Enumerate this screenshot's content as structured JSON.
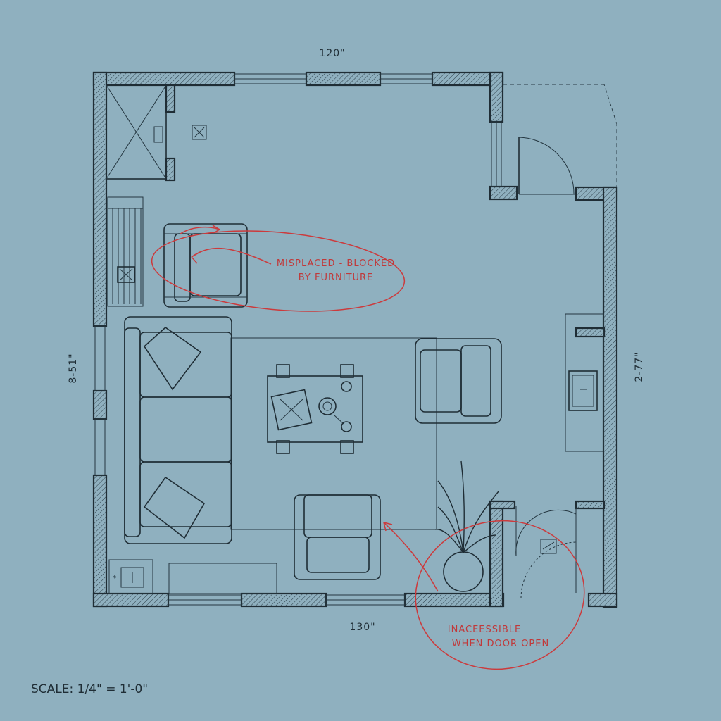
{
  "dimensions": {
    "top": "120\"",
    "bottom": "130\"",
    "left": "8-51\"",
    "right": "2-77\""
  },
  "annotations": [
    {
      "text": "MISPLACED - BLOCKED",
      "line2": "BY FURNITURE"
    },
    {
      "text": "INACEESSIBLE",
      "line2": "WHEN DOOR OPEN"
    }
  ],
  "scale_label": "SCALE: 1/4\" = 1'-0\"",
  "colors": {
    "background": "#8fb0bf",
    "linework": "#1f2d35",
    "markup": "#cc3a3c"
  }
}
